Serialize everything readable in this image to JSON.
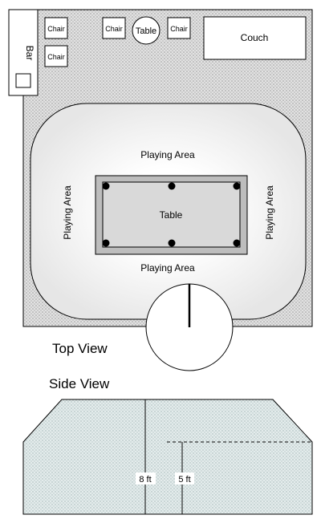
{
  "top_view": {
    "caption": "Top View",
    "bar_label": "Bar",
    "chairs": [
      "Chair",
      "Chair",
      "Chair",
      "Chair"
    ],
    "small_table_label": "Table",
    "couch_label": "Couch",
    "playing_area_labels": {
      "top": "Playing Area",
      "bottom": "Playing Area",
      "left": "Playing Area",
      "right": "Playing Area"
    },
    "pool_table_label": "Table"
  },
  "side_view": {
    "caption": "Side View",
    "height_tall": "8 ft",
    "height_short": "5 ft"
  },
  "colors": {
    "floor_fill": "#dcdcdc",
    "playing_area_center": "#ffffff",
    "playing_area_edge": "#e4e4e4",
    "pool_table_fill": "#d9d9d9",
    "side_view_fill": "#dfe7e7",
    "stroke": "#000000"
  }
}
